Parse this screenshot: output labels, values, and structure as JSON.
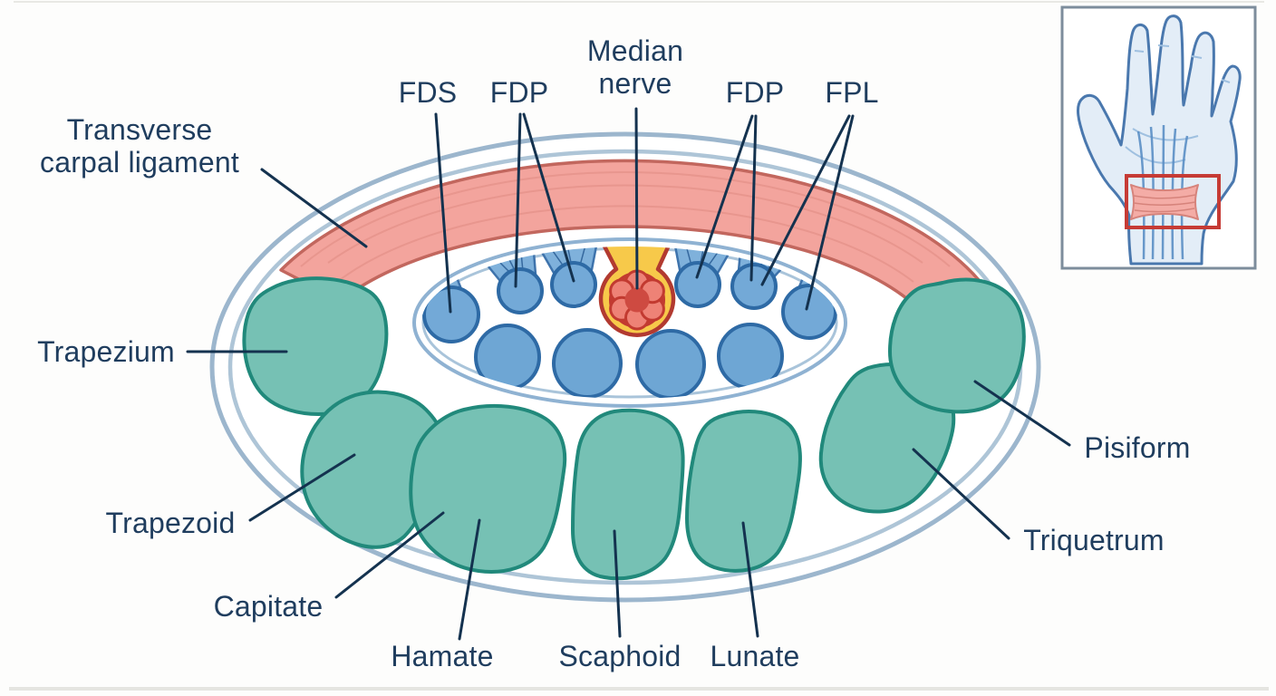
{
  "diagram": {
    "labels": {
      "ligament": "Transverse\ncarpal ligament",
      "fds": "FDS",
      "fdp_left": "FDP",
      "median_nerve": "Median\nnerve",
      "fdp_right": "FDP",
      "fpl": "FPL",
      "trapezium": "Trapezium",
      "trapezoid": "Trapezoid",
      "capitate": "Capitate",
      "hamate": "Hamate",
      "scaphoid": "Scaphoid",
      "lunate": "Lunate",
      "triquetrum": "Triquetrum",
      "pisiform": "Pisiform"
    },
    "colors": {
      "label_text": "#1f3d5e",
      "leader_line": "#14324f",
      "ligament_fill": "#f3a49d",
      "ligament_edge": "#c2675e",
      "bone_fill": "#76c1b4",
      "bone_edge": "#21897b",
      "tendon_fill": "#73a9d7",
      "tendon_edge": "#2e6aa5",
      "nerve_sheath_fill": "#f7c94a",
      "nerve_sheath_edge": "#b23a30",
      "nerve_fascicle_fill": "#ee8276",
      "capsule_line": "#9cb6cd",
      "inset_highlight": "#c63b35",
      "inset_hand_fill": "#e3edf7",
      "inset_hand_edge": "#4a78ae"
    }
  }
}
